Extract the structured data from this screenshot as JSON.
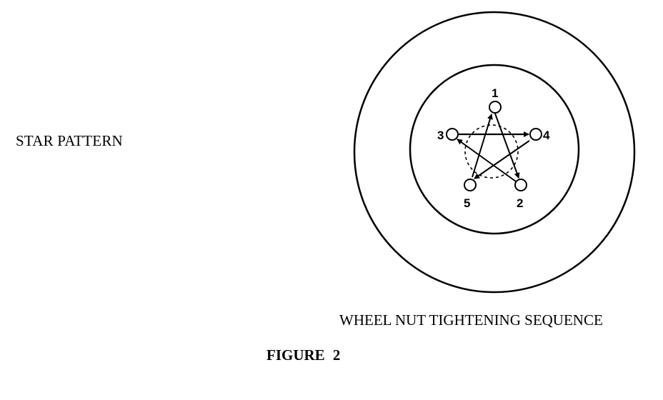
{
  "labels": {
    "pattern": "STAR PATTERN",
    "caption": "WHEEL NUT TIGHTENING SEQUENCE",
    "figure": "FIGURE  2"
  },
  "nuts": [
    {
      "label": "1"
    },
    {
      "label": "2"
    },
    {
      "label": "3"
    },
    {
      "label": "4"
    },
    {
      "label": "5"
    }
  ],
  "sequence": [
    "1",
    "2",
    "3",
    "4",
    "5",
    "1"
  ],
  "colors": {
    "ink": "#000000",
    "background": "#ffffff"
  }
}
